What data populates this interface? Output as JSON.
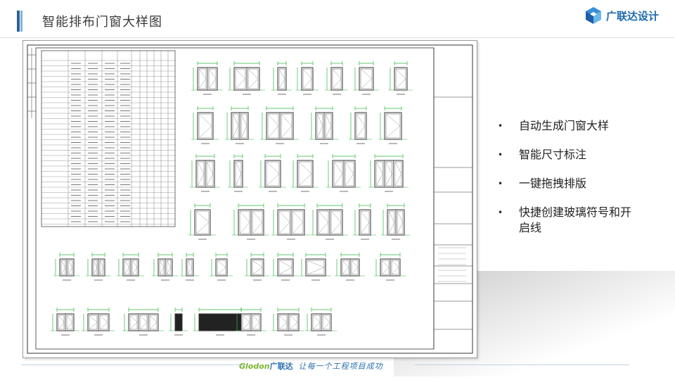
{
  "header": {
    "title": "智能排布门窗大样图"
  },
  "logo": {
    "text": "广联达设计"
  },
  "bullets": [
    {
      "text": "自动生成门窗大样"
    },
    {
      "text": "智能尺寸标注"
    },
    {
      "text": "一键拖拽排版"
    },
    {
      "text": "快捷创建玻璃符号和开启线"
    }
  ],
  "footer": {
    "brand": "Glodon",
    "brand_cn": "广联达",
    "slogan": "让每一个工程项目成功"
  },
  "colors": {
    "accent": "#2e5f95",
    "cad_green": "#2db83d",
    "cad_line": "#333333"
  }
}
